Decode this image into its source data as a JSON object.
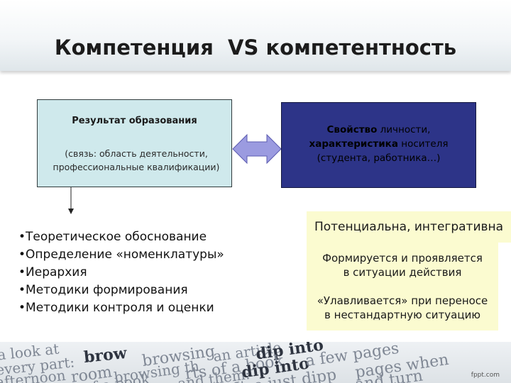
{
  "title": "Компетенция  VS компетентность",
  "left_box": {
    "title": "Результат образования",
    "note_line1": "(связь: область деятельности,",
    "note_line2": "профессиональные квалификации)"
  },
  "right_box": {
    "line1_bold": "Свойство",
    "line1_rest": " личности,",
    "line2_bold": "характеристика",
    "line2_rest": " носителя",
    "line3": "(студента, работника…)"
  },
  "list_items": [
    "Теоретическое обоснование",
    "Определение «номенклатуры»",
    "Иерархия",
    "Методики формирования",
    "Методики контроля и оценки"
  ],
  "properties": {
    "p1": "Потенциальна, интегративна",
    "p2_line1": "Формируется и проявляется",
    "p2_line2": "в ситуации действия",
    "p3_line1": "«Улавливается» при переносе",
    "p3_line2": "в нестандартную ситуацию"
  },
  "footer_words": [
    "a look at",
    "every part:",
    "brow",
    "afternoon",
    "browsing",
    "room",
    "browsing th",
    "f a book",
    "an article",
    "dip into",
    "rts of a book",
    "and them:",
    "dip into",
    "I've just dipp",
    "a few pages",
    "pages when",
    "and turn"
  ],
  "watermark": "fppt.com",
  "colors": {
    "left_box_fill": "#cfe9ec",
    "right_box_fill": "#2d3488",
    "arrow_fill": "#9b9be0",
    "property_fill": "#fbfbd0"
  }
}
